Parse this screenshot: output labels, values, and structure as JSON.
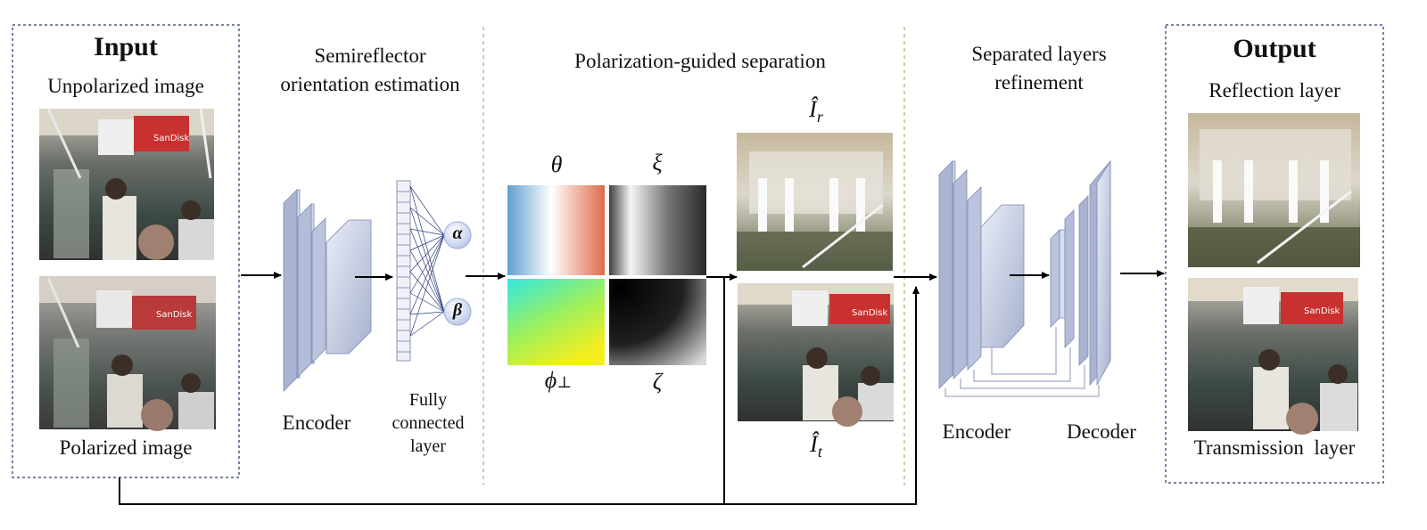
{
  "input": {
    "title": "Input",
    "top_label": "Unpolarized image",
    "bottom_label": "Polarized image"
  },
  "stage1": {
    "title_line1": "Semireflector",
    "title_line2": "orientation estimation",
    "encoder_label": "Encoder",
    "fc_label_line1": "Fully",
    "fc_label_line2": "connected",
    "fc_label_line3": "layer",
    "alpha": "α",
    "beta": "β"
  },
  "stage2": {
    "title": "Polarization-guided separation",
    "theta": "θ",
    "xi": "ξ",
    "phi": "ϕ",
    "phi_sub": "⊥",
    "zeta": "ζ",
    "Ir": "Î",
    "Ir_sub": "r",
    "It": "Î",
    "It_sub": "t"
  },
  "stage3": {
    "title_line1": "Separated layers",
    "title_line2": "refinement",
    "encoder_label": "Encoder",
    "decoder_label": "Decoder"
  },
  "output": {
    "title": "Output",
    "top_label": "Reflection layer",
    "bottom_label": "Transmission  layer"
  },
  "photo_overlay": {
    "banner_text": "SanDisk"
  },
  "colors": {
    "dashed_box": "#4a5a80",
    "separator": "#8fbf6a",
    "layer_face": "#c9d1e6",
    "layer_side": "#aab4d2",
    "circle_fill": "#dde6f7",
    "arrow": "#000000"
  }
}
